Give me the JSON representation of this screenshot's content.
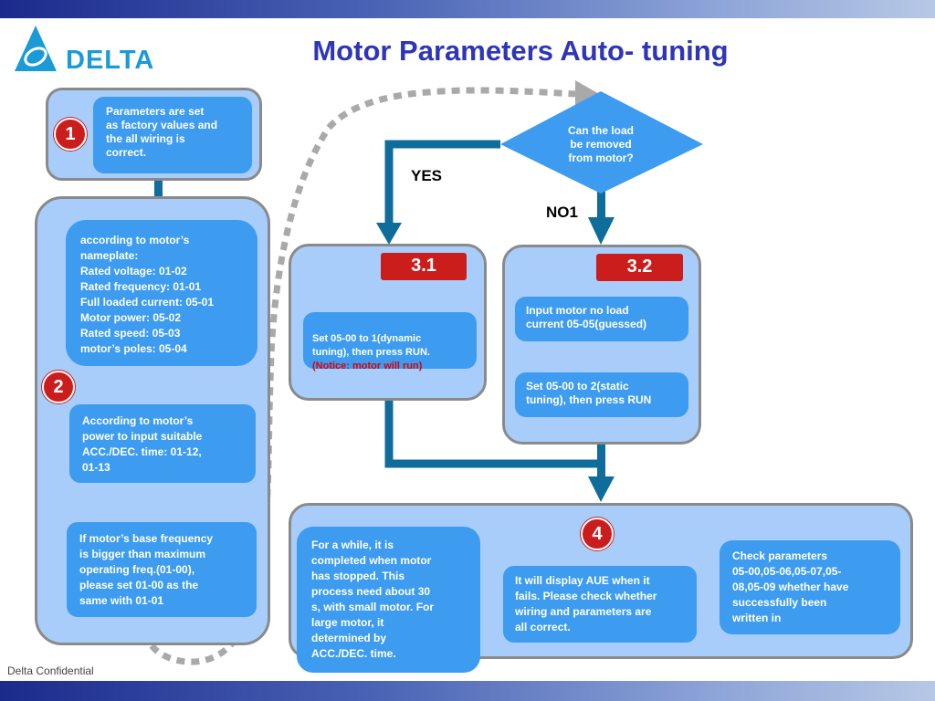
{
  "title": "Motor Parameters Auto- tuning",
  "logo": {
    "text": "DELTA",
    "icon": "delta-triangle-logo"
  },
  "footer": {
    "confidential": "Delta Confidential"
  },
  "step1": {
    "badge": "1",
    "text": "Parameters are set\nas factory values and\nthe all wiring is\ncorrect."
  },
  "step2": {
    "badge": "2",
    "nameplate": "according to motor’s\nnameplate:\nRated voltage: 01-02\nRated frequency: 01-01\nFull loaded current: 05-01\nMotor power: 05-02\nRated speed: 05-03\nmotor’s poles: 05-04",
    "accel": "According to motor’s\npower to  input suitable\nACC./DEC. time: 01-12,\n01-13",
    "base_freq": "If motor’s base frequency\nis bigger than maximum\noperating freq.(01-00),\nplease set 01-00 as the\nsame with 01-01"
  },
  "decision": {
    "question": "Can the load\nbe removed\nfrom motor?",
    "yes_label": "YES",
    "no_label": "NO1"
  },
  "step31": {
    "tag": "3.1",
    "text": "Set 05-00 to 1(dynamic\ntuning), then press RUN.",
    "notice": "(Notice: motor will run)"
  },
  "step32": {
    "tag": "3.2",
    "input": "Input motor no load\ncurrent 05-05(guessed)",
    "set": "Set 05-00 to 2(static\ntuning), then press RUN"
  },
  "step4": {
    "badge": "4",
    "while": "For a while, it is\ncompleted when motor\nhas stopped. This\nprocess need about 30\ns, with small motor. For\nlarge motor, it\ndetermined by\nACC./DEC. time.",
    "aue": "It will display AUE when it\nfails. Please check whether\nwiring and parameters are\nall correct.",
    "check": "Check parameters\n05-00,05-06,05-07,05-\n08,05-09 whether have\nsuccessfully been\nwritten in"
  },
  "colors": {
    "panel": "#a8cdfa",
    "box": "#3d9cf0",
    "arrow": "#0f6d9c",
    "badge": "#cc1d1d",
    "title": "#2f35b8"
  }
}
